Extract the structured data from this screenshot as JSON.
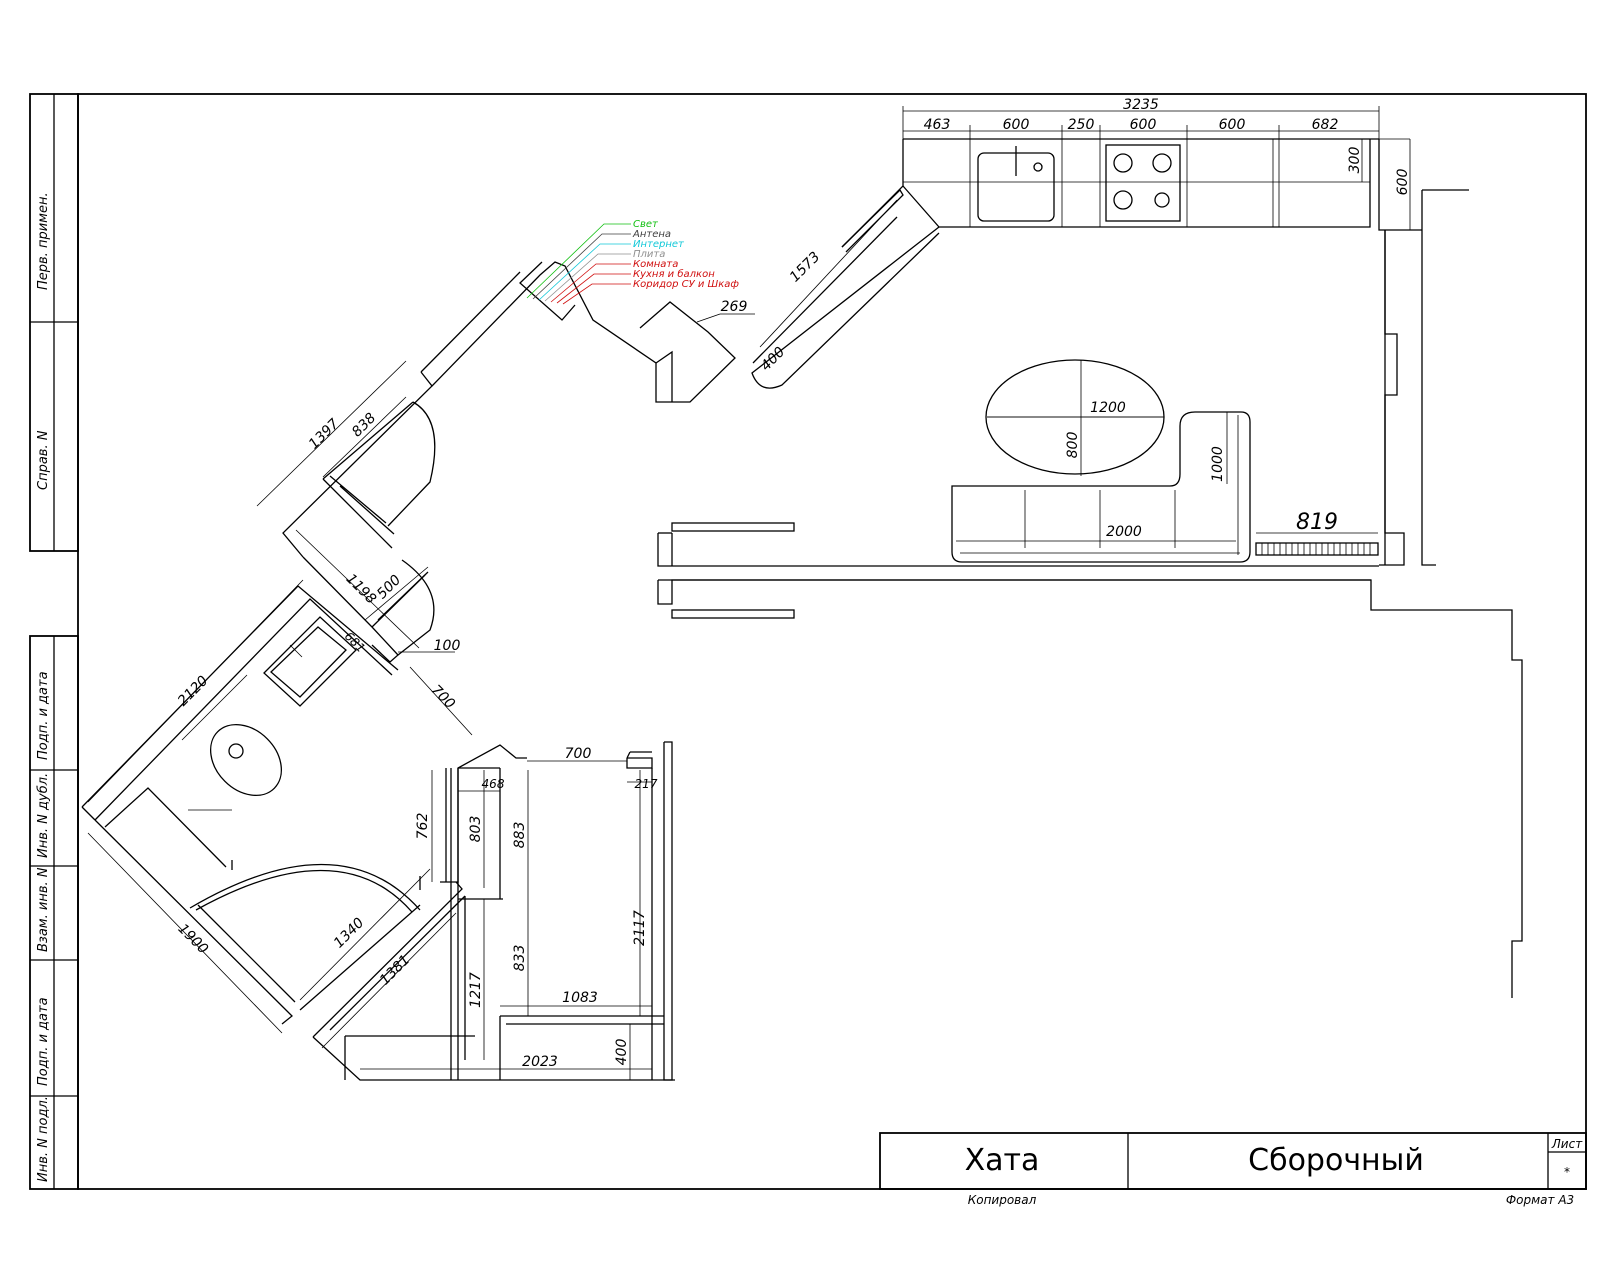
{
  "title_block": {
    "name": "Хата",
    "doc_type": "Сборочный",
    "sheet_label": "Лист",
    "sheet_value": "*",
    "copied_by": "Копировал",
    "format": "Формат А3"
  },
  "side_stamp": {
    "primary_use": "Перв. примен.",
    "reference_no": "Справ. N",
    "sign_date_1": "Подп. и дата",
    "dup_inv": "Инв. N дубл.",
    "mutual_inv": "Взам. инв. N",
    "sign_date_2": "Подп. и дата",
    "orig_inv": "Инв. N подл."
  },
  "legend": [
    {
      "label": "Свет",
      "color": "#10c010"
    },
    {
      "label": "Антена",
      "color": "#404040"
    },
    {
      "label": "Интернет",
      "color": "#10c8d8"
    },
    {
      "label": "Плита",
      "color": "#909090"
    },
    {
      "label": "Комната",
      "color": "#d01010"
    },
    {
      "label": "Кухня и балкон",
      "color": "#d01010"
    },
    {
      "label": "Коридор СУ и Шкаф",
      "color": "#d01010"
    }
  ],
  "dimensions": {
    "kitchen_total": "3235",
    "k1": "463",
    "k2": "600",
    "k3": "250",
    "k4": "600",
    "k5": "600",
    "k6": "682",
    "k_depth": "300",
    "k_depth2": "600",
    "diag_1573": "1573",
    "d269": "269",
    "d400": "400",
    "table_w": "1200",
    "table_h": "800",
    "sofa_w": "2000",
    "sofa_h": "1000",
    "rad": "819",
    "d1397": "1397",
    "d838": "838",
    "d1198": "1198",
    "d500": "500",
    "d100": "100",
    "d700a": "700",
    "d681": "681",
    "d2120": "2120",
    "d1900": "1900",
    "d1340": "1340",
    "d762": "762",
    "d1381": "1381",
    "d700b": "700",
    "d468": "468",
    "d217": "217",
    "d803": "803",
    "d883": "883",
    "d833": "833",
    "d1217": "1217",
    "d2117": "2117",
    "d1083": "1083",
    "d2023": "2023",
    "d400b": "400"
  }
}
